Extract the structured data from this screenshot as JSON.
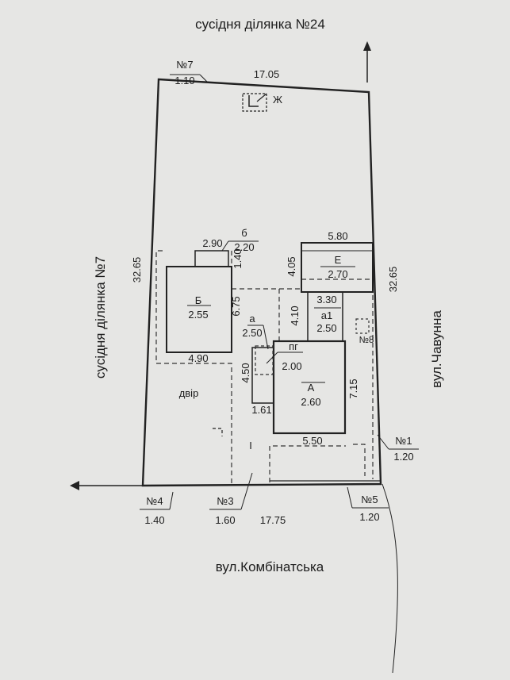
{
  "neighbors": {
    "north": "сусідня ділянка  №24",
    "west": "сусідня ділянка  №7"
  },
  "streets": {
    "south": "вул.Комбінатська",
    "east": "вул.Чавунна"
  },
  "boundary": {
    "north_length": "17.05",
    "south_length": "17.75",
    "west_length": "32.65",
    "east_length": "32.65"
  },
  "points": [
    {
      "num": "№7",
      "dist": "1.10"
    },
    {
      "num": "№1",
      "dist": "1.20"
    },
    {
      "num": "№4",
      "dist": "1.40"
    },
    {
      "num": "№3",
      "dist": "1.60"
    },
    {
      "num": "№5",
      "dist": "1.20"
    },
    {
      "num": "№8",
      "dist": ""
    }
  ],
  "buildings": {
    "b_letter": "Б",
    "b_height": "2.55",
    "b_width_bottom": "4.90",
    "small_b_letter": "б",
    "small_b_height": "2.20",
    "small_b_width": "2.90",
    "small_b_depth": "1.40",
    "e_letter": "Е",
    "e_height": "2.70",
    "e_width": "5.80",
    "e_depth": "4.05",
    "a1_letter": "а1",
    "a1_height": "2.50",
    "a1_width": "3.30",
    "a1_depth": "4.10",
    "a_small_letter": "а",
    "a_small_height": "2.50",
    "a_small_depth": "6.75",
    "pg_letter": "пг",
    "pg_height": "2.00",
    "a_letter": "А",
    "a_height": "2.60",
    "a_width": "5.50",
    "a_depth": "7.15",
    "porch_depth": "4.50",
    "porch_width": "1.61"
  },
  "yard": "двір",
  "well": "Ж",
  "gate": "I"
}
